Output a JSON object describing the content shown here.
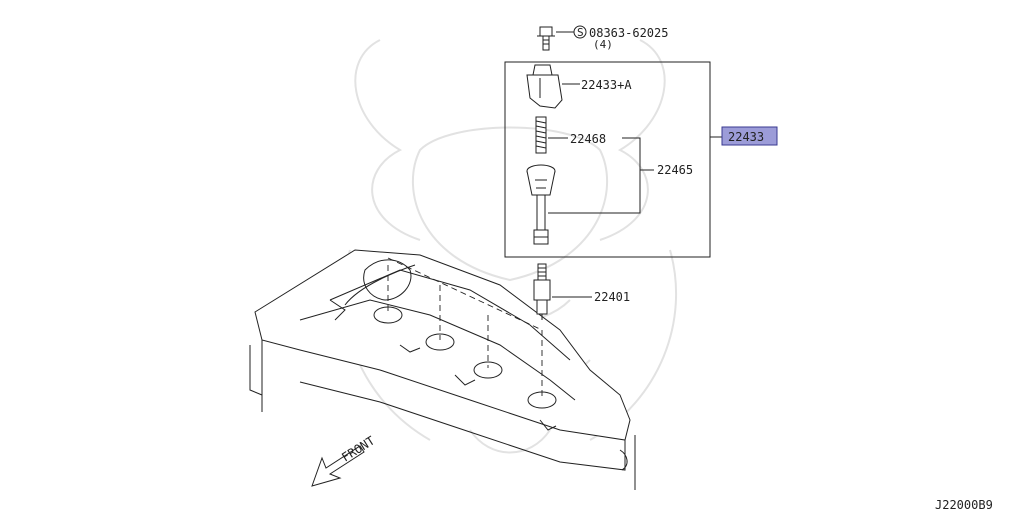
{
  "parts": {
    "bolt_number": "08363-62025",
    "bolt_qty": "(4)",
    "bolt_symbol": "S",
    "coil_body": "22433+A",
    "spring": "22468",
    "boot_assembly": "22465",
    "coil_assembly": "22433",
    "spark_plug": "22401"
  },
  "direction_label": "FRONT",
  "drawing_code": "J22000B9",
  "colors": {
    "highlight_fill": "#9c9cd8",
    "highlight_border": "#3a3a90",
    "line": "#222222",
    "watermark": "#e2e2e2"
  }
}
